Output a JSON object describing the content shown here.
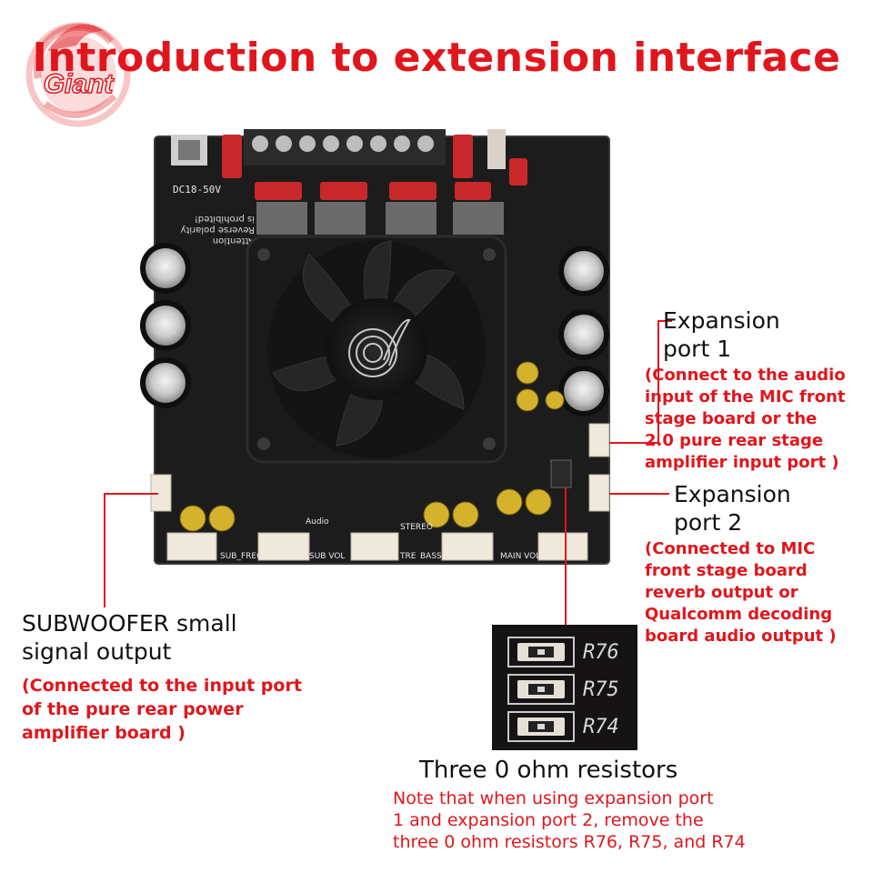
{
  "title": "Introduction to extension interface",
  "logo": {
    "text": "Giant"
  },
  "board": {
    "silkscreen": {
      "voltage": "DC18-50V",
      "warning_1": "Attention",
      "warning_2": "Reverse polarity",
      "warning_3": "is prohibited!",
      "knob_1": "SUB_FREQ",
      "knob_2": "SUB VOL",
      "knob_3": "TRE",
      "knob_4": "BASS",
      "knob_5": "MAIN VOL",
      "stereo": "STEREO",
      "audio": "Audio"
    }
  },
  "callouts": {
    "expansion_port_1": {
      "title_line1": "Expansion",
      "title_line2": "port 1",
      "desc": [
        "(Connect to the audio",
        "input of the MIC front",
        "stage board or the",
        "2.0 pure rear stage",
        "amplifier input port )"
      ]
    },
    "expansion_port_2": {
      "title_line1": "Expansion",
      "title_line2": "port 2",
      "desc": [
        "(Connected to MIC",
        "front stage board",
        "reverb output or",
        "Qualcomm decoding",
        "board audio output )"
      ]
    },
    "subwoofer": {
      "title_line1": "SUBWOOFER small",
      "title_line2": "signal output",
      "desc": [
        "(Connected to the input port",
        "of the pure rear power",
        "amplifier board )"
      ]
    },
    "resistors": {
      "title": "Three 0 ohm resistors",
      "desc": [
        "Note that when using expansion port",
        "1 and expansion port 2, remove the",
        "three 0 ohm resistors R76, R75, and R74"
      ],
      "labels": [
        "R76",
        "R75",
        "R74"
      ]
    }
  },
  "colors": {
    "accent": "#e0161c",
    "board": "#1b1b1b",
    "text": "#111111"
  }
}
